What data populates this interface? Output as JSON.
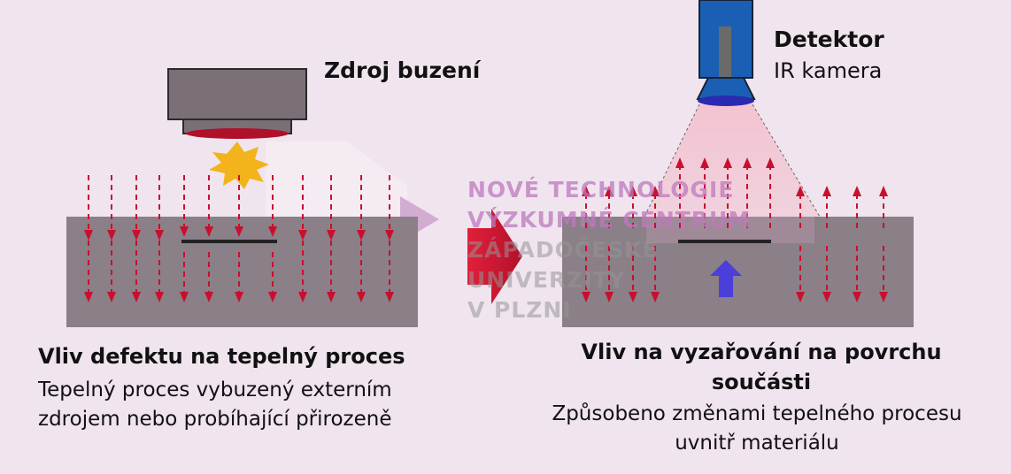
{
  "labels": {
    "source": "Zdroj buzení",
    "detector": "Detektor",
    "camera": "IR kamera"
  },
  "left": {
    "heading": "Vliv defektu na tepelný proces",
    "description": "Tepelný proces vybuzený externím zdrojem nebo probíhající přirozeně"
  },
  "right": {
    "heading": "Vliv na vyzařování na povrchu součásti",
    "description": "Způsobeno změnami tepelného procesu uvnitř materiálu"
  },
  "watermark": {
    "lines": [
      "NOVÉ TECHNOLOGIE",
      "VÝZKUMNÉ CENTRUM",
      "ZÁPADOČESKÉ",
      "UNIVERZITY",
      "V PLZNI"
    ]
  },
  "colors": {
    "background": "#f0e4ef",
    "material": "#8b7f88",
    "heat_arrow": "#c8102e",
    "process_arrow": "#c8102e",
    "defect": "#222222",
    "camera_body": "#1a5fb4",
    "flash": "#f2b31b",
    "reflection_arrow": "#4a3fd8"
  },
  "icons": {
    "excitation_source": "heat-lamp-icon",
    "flash": "flash-burst-icon",
    "camera": "ir-camera-icon",
    "process": "right-arrow-icon",
    "reflection": "up-arrow-icon"
  }
}
